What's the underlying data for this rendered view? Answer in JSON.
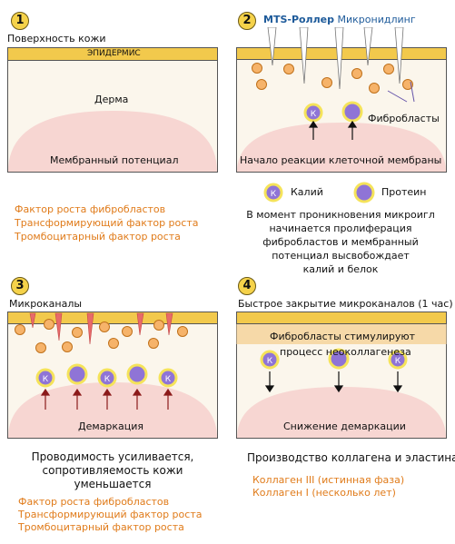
{
  "panels": [
    {
      "number": "1",
      "title": "Поверхность кожи",
      "epidermis_label": "ЭПИДЕРМИС",
      "dermis_label": "Дерма",
      "membrane_label": "Мембранный потенциал",
      "factors": [
        "Фактор роста фибробластов",
        "Трансформирующий фактор роста",
        "Тромбоцитарный фактор роста"
      ]
    },
    {
      "number": "2",
      "title_brand": "MTS-Роллер",
      "title_rest": "Микронидлинг",
      "fibroblasts_label": "Фибробласты",
      "membrane_label": "Начало реакции клеточной мембраны",
      "legend": {
        "potassium_symbol": "К",
        "potassium": "Калий",
        "protein": "Протеин"
      },
      "description": [
        "В момент проникновения микроигл",
        "начинается пролиферация",
        "фибробластов и мембранный",
        "потенциал высвобождает",
        "калий и белок"
      ]
    },
    {
      "number": "3",
      "title": "Микроканалы",
      "membrane_label": "Демаркация",
      "description": [
        "Проводимость усиливается,",
        "сопротивляемость кожи",
        "уменьшается"
      ],
      "factors": [
        "Фактор роста фибробластов",
        "Трансформирующий фактор роста",
        "Тромбоцитарный фактор роста"
      ]
    },
    {
      "number": "4",
      "title": "Быстрое закрытие микроканалов (1 час)",
      "banner": "Фибробласты стимулируют",
      "subbanner": "процесс неоколлагенеза",
      "membrane_label": "Снижение демаркации",
      "production": "Производство коллагена и эластина",
      "collagen": [
        "Коллаген III (истинная фаза)",
        "Коллаген I (несколько лет)"
      ]
    }
  ],
  "colors": {
    "epidermis": "#f2c94c",
    "dermis_bg": "#fbf6ec",
    "membrane": "#f7d6d2",
    "fibroblast": "#f6b36a",
    "potassium_ring": "#f5e35a",
    "protein": "#8f74d6",
    "orange_text": "#e07b1a",
    "needle": "#e86a6a"
  }
}
